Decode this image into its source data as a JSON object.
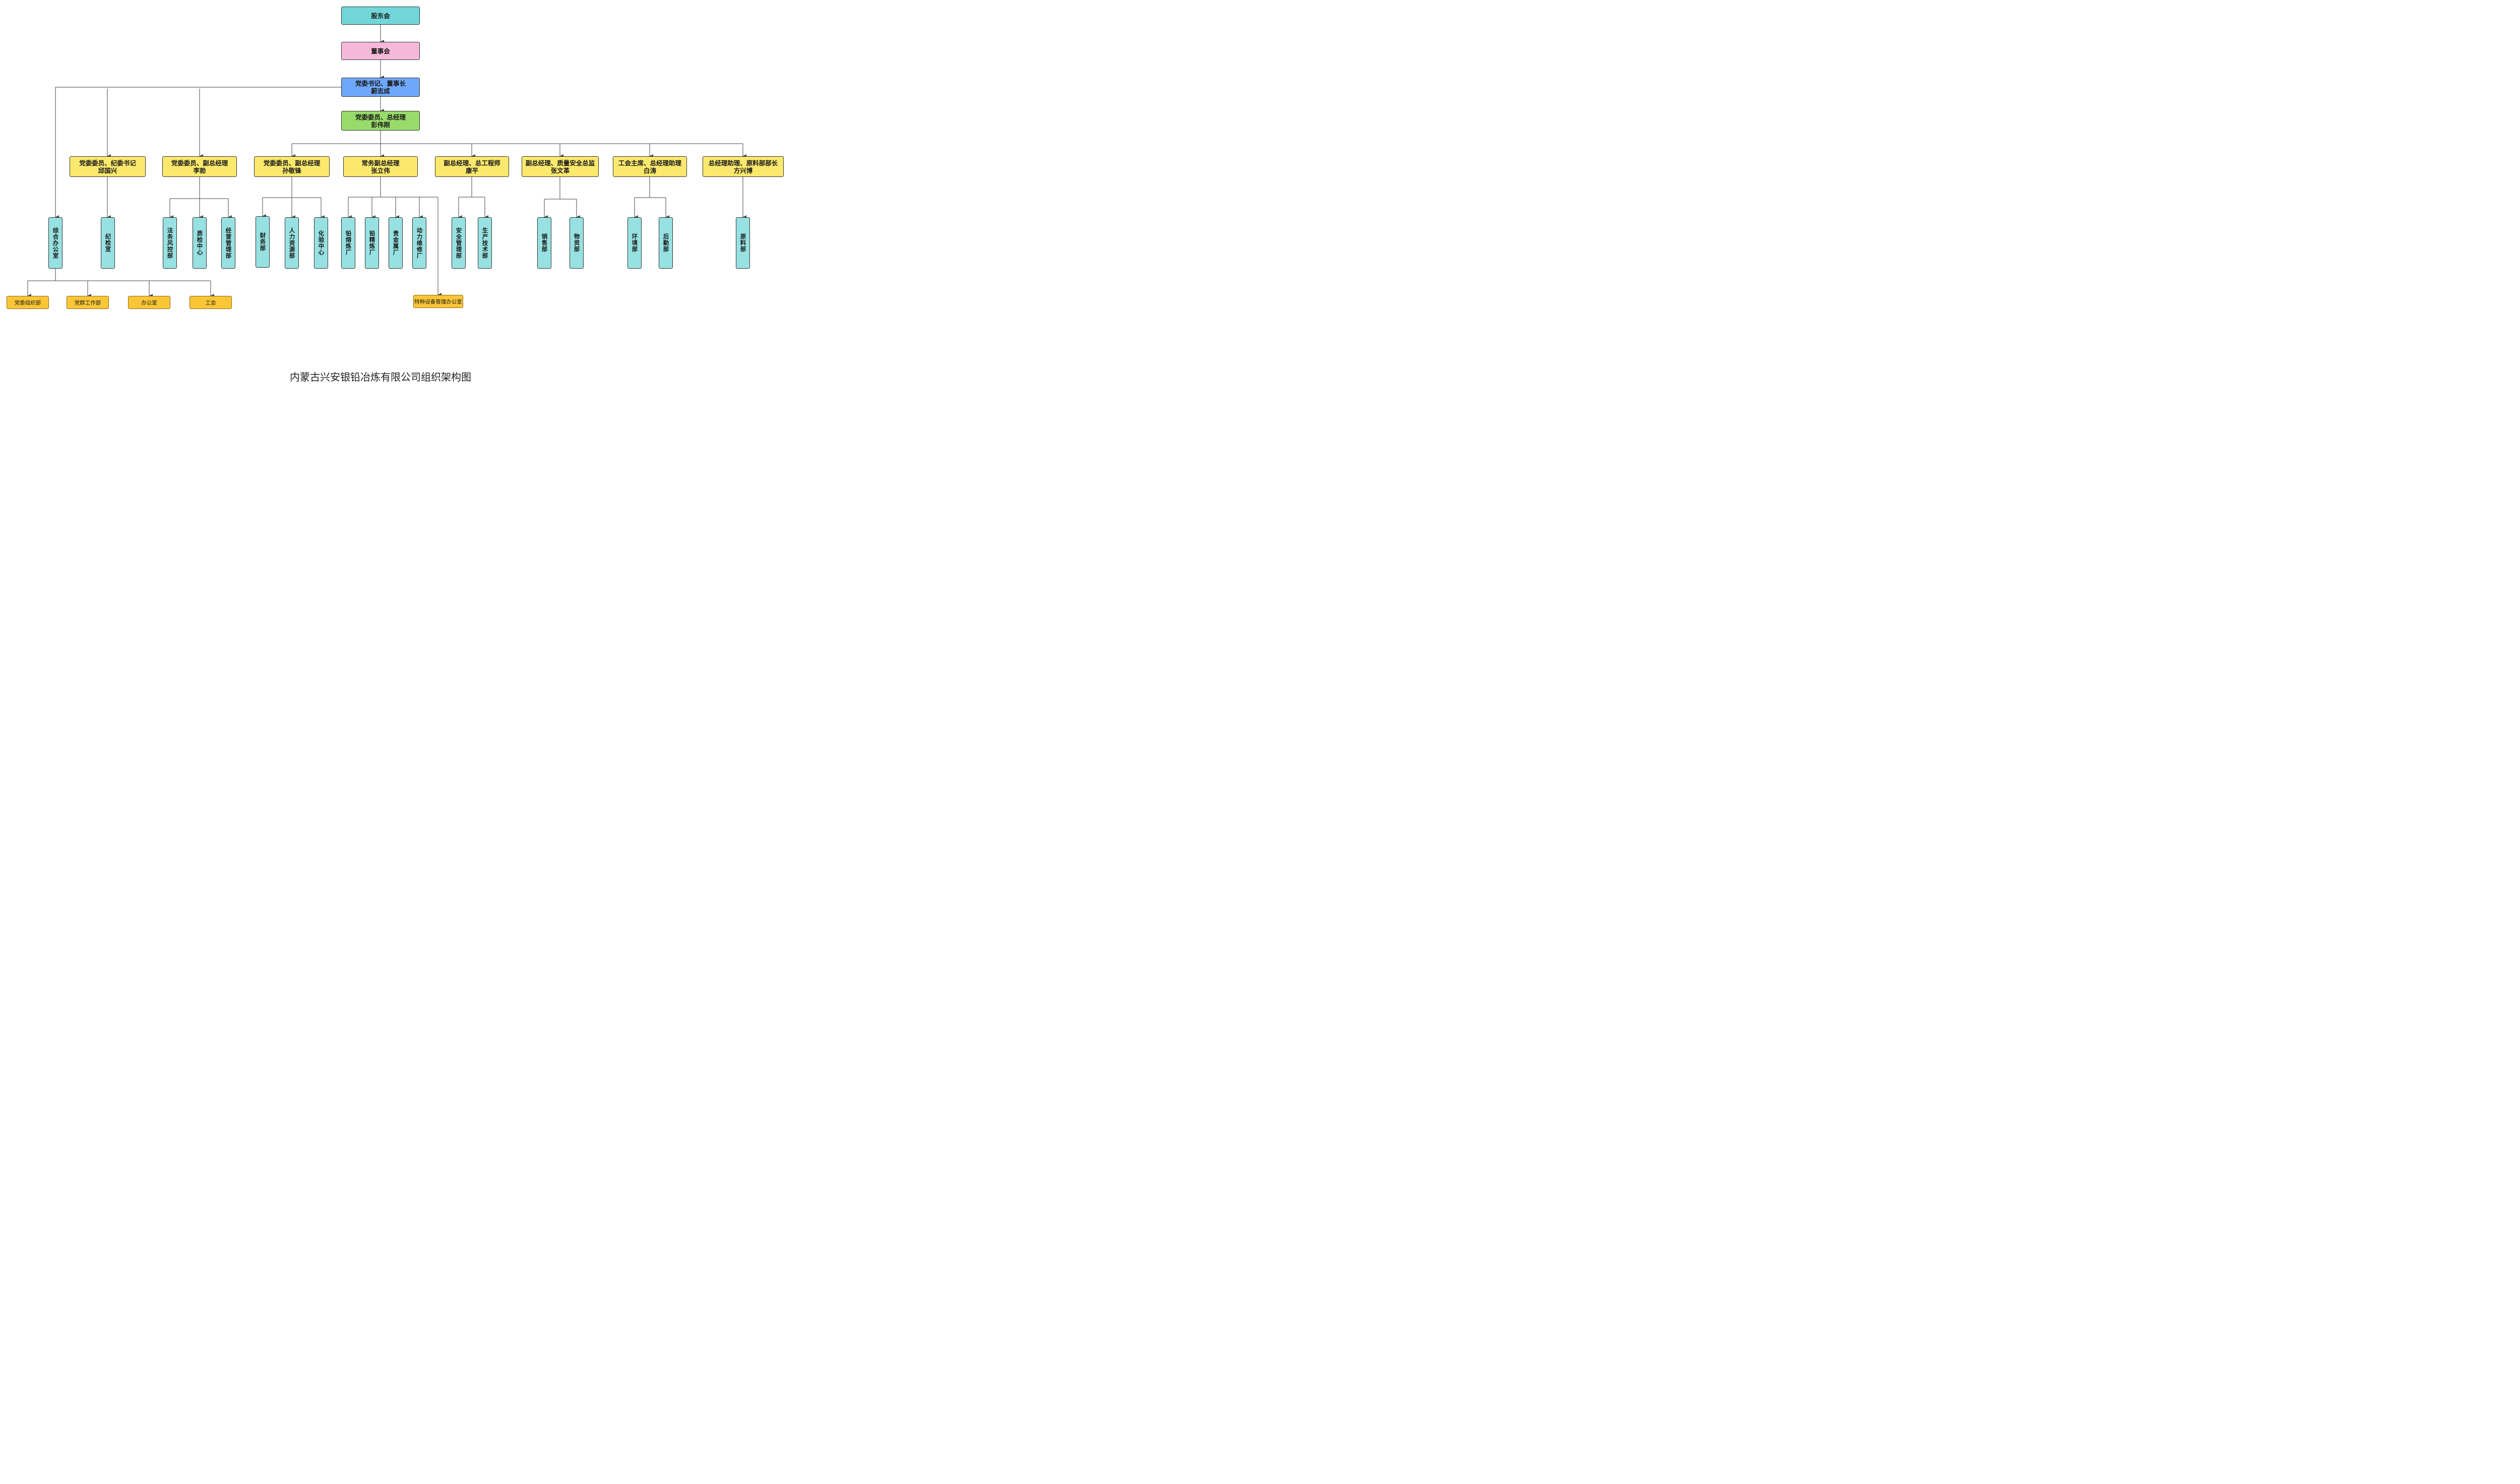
{
  "caption": "内蒙古兴安银铅冶炼有限公司组织架构图",
  "colors": {
    "shareholders": "#72d6d8",
    "board": "#f5b8d8",
    "secretary": "#6ea7fb",
    "general_manager": "#97db6a",
    "executives": "#fbe96d",
    "departments": "#97e1e2",
    "sub_offices": "#fbc636",
    "connectors": "#444444"
  },
  "nodes": {
    "shareholders": "股东会",
    "board": "董事会",
    "secretary": "党委书记、董事长\n蔚志成",
    "general_manager": "党委委员、总经理\n彭伟刚",
    "exec_qiu": "党委委员、纪委书记\n邱国兴",
    "exec_li": "党委委员、副总经理\n李勍",
    "exec_sun": "党委委员、副总经理\n孙敬锋",
    "exec_zhang_lw": "常务副总经理\n张立伟",
    "exec_kang": "副总经理、总工程师\n康平",
    "exec_zhang_wg": "副总经理、质量安全总监\n张文革",
    "exec_bai": "工会主席、总经理助理\n白涛",
    "exec_fang": "总经理助理、原料部部长\n方兴博",
    "dept_general_office": "综合办公室",
    "dept_discipline": "纪检室",
    "dept_legal": "法务风控部",
    "dept_qc": "质检中心",
    "dept_operations": "经营管理部",
    "dept_finance": "财务部",
    "dept_hr": "人力资源部",
    "dept_lab": "化验中心",
    "dept_smelting": "铅熔炼厂",
    "dept_refining": "铅精炼厂",
    "dept_precious": "贵金属厂",
    "dept_power": "动力维修厂",
    "dept_safety": "安全管理部",
    "dept_production": "生产技术部",
    "dept_sales": "销售部",
    "dept_materials": "物资部",
    "dept_environment": "环境部",
    "dept_logistics": "后勤部",
    "dept_raw": "原料部",
    "sub_party_org": "党委组织部",
    "sub_party_mass": "党群工作部",
    "sub_office": "办公室",
    "sub_union": "工会",
    "sub_special_equipment": "特种设备管理办公室"
  }
}
